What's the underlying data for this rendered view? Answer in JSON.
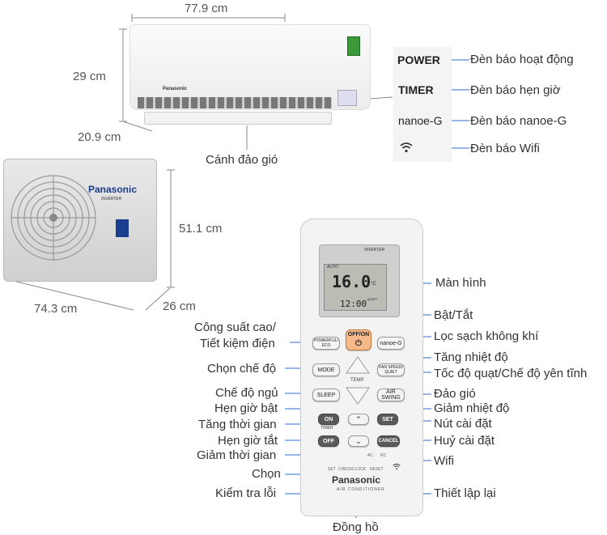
{
  "dimensions": {
    "indoor_width": "77.9 cm",
    "indoor_height": "29 cm",
    "indoor_depth": "20.9 cm",
    "outdoor_height": "51.1 cm",
    "outdoor_width": "74.3 cm",
    "outdoor_depth": "26 cm"
  },
  "indoor_unit": {
    "louver_label": "Cánh đảo gió",
    "brand": "Panasonic"
  },
  "indicators": [
    {
      "code": "POWER",
      "desc": "Đèn báo hoạt động"
    },
    {
      "code": "TIMER",
      "desc": "Đèn báo hẹn giờ"
    },
    {
      "code": "nanoe-G",
      "desc": "Đèn báo nanoe-G"
    },
    {
      "code": "wifi-icon",
      "desc": "Đèn báo Wifi"
    }
  ],
  "outdoor_unit": {
    "brand": "Panasonic",
    "sub": "INVERTER"
  },
  "remote": {
    "badge": "INVERTER",
    "display_top": "AUTO",
    "display_temp": "16.0",
    "display_unit": "°C",
    "display_time": "12:00",
    "display_quiet": "QUIET",
    "buttons": {
      "offon": "OFF/ON",
      "powerful": "POWERFUL/ ECO",
      "nanoe": "nanoe-G",
      "mode": "MODE",
      "temp": "TEMP",
      "fanspeed": "FAN SPEED/ QUIET",
      "sleep": "SLEEP",
      "airswing": "AIR SWING",
      "on": "ON",
      "timer": "TIMER",
      "set": "SET",
      "off": "OFF",
      "cancel": "CANCEL"
    },
    "small": {
      "set": "SET",
      "check": "CHECK",
      "clock": "CLOCK",
      "ac": "AC",
      "reset": "RESET",
      "rc": "RC"
    },
    "brand": "Panasonic",
    "sub": "AIR CONDITIONER"
  },
  "left_labels": [
    "Công suất cao/",
    "Tiết kiệm điện",
    "Chọn chế độ",
    "Chế độ ngủ",
    "Hẹn giờ bật",
    "Tăng thời gian",
    "Hẹn giờ tắt",
    "Giảm thời gian",
    "Chọn",
    "Kiểm tra lỗi"
  ],
  "right_labels": [
    "Màn hình",
    "Bật/Tắt",
    "Lọc sạch không khí",
    "Tăng nhiệt độ",
    "Tốc độ quạt/Chế độ yên tĩnh",
    "Đảo gió",
    "Giảm nhiệt độ",
    "Nút cài đặt",
    "Huỷ cài đặt",
    "Wifi",
    "Thiết lập lại"
  ],
  "bottom_label": "Đồng hồ"
}
